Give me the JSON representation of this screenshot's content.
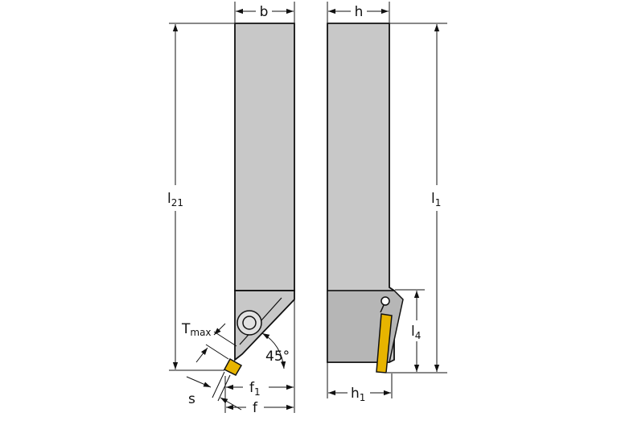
{
  "labels": {
    "b": "b",
    "h": "h",
    "l21_main": "l",
    "l21_sub": "21",
    "l1_main": "l",
    "l1_sub": "1",
    "l4_main": "l",
    "l4_sub": "4",
    "tmax_main": "T",
    "tmax_sub": "max",
    "s": "s",
    "f1_main": "f",
    "f1_sub": "1",
    "f": "f",
    "h1_main": "h",
    "h1_sub": "1",
    "angle": "45°"
  },
  "colors": {
    "holder_body": "#c8c8c8",
    "insert": "#e7b400",
    "line": "#111111"
  }
}
